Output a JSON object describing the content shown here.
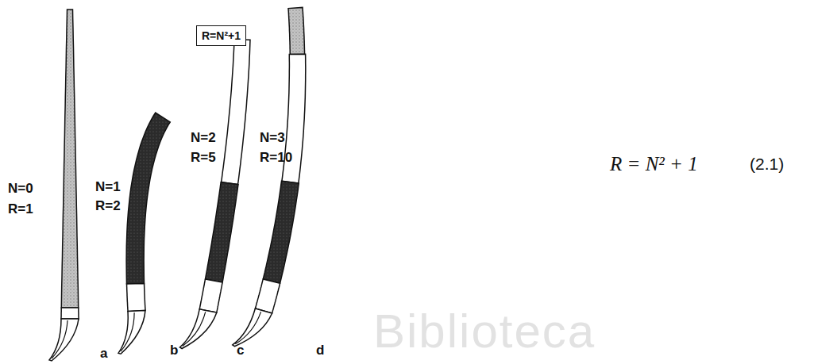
{
  "diagram": {
    "nodes": [
      {
        "text": [
          "R=N²+1"
        ]
      }
    ],
    "labels": [
      "N=0",
      "R=1",
      "N=1",
      "R=2",
      "N=2",
      "R=5",
      "N=3",
      "R=10",
      "a",
      "b",
      "c",
      "d",
      "R = N² + 1",
      "(2.1)",
      "Biblioteca"
    ]
  }
}
